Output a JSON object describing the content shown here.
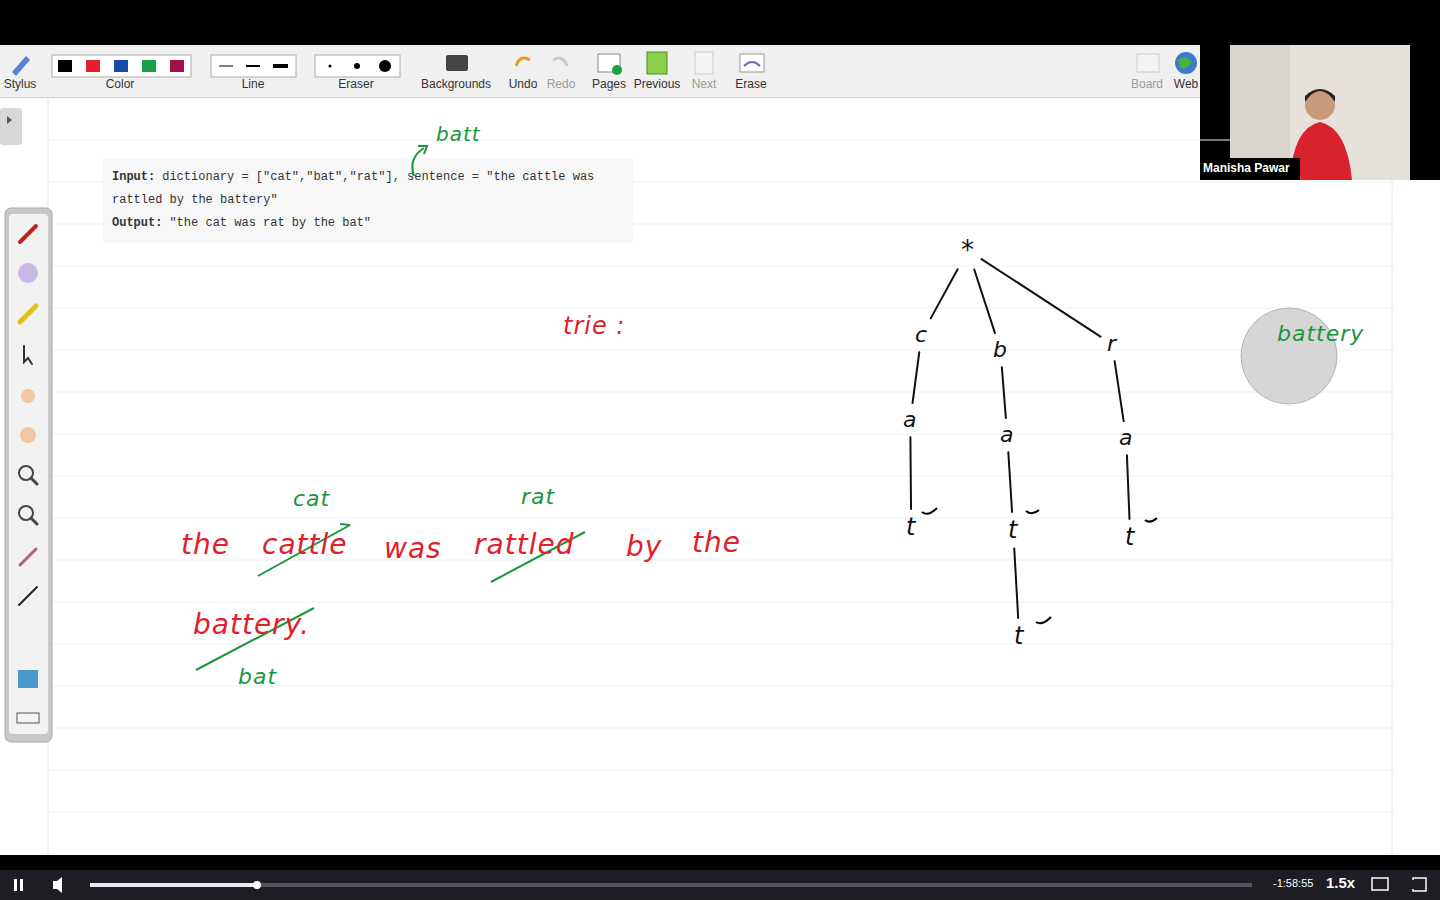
{
  "diagram": {
    "nodes": [
      {
        "text": [
          "*"
        ]
      },
      {
        "text": [
          "c"
        ]
      },
      {
        "text": [
          "a"
        ]
      },
      {
        "text": [
          "t"
        ]
      },
      {
        "text": [
          "b"
        ]
      },
      {
        "text": [
          "a"
        ]
      },
      {
        "text": [
          "t"
        ]
      },
      {
        "text": [
          "t"
        ]
      },
      {
        "text": [
          "r"
        ]
      },
      {
        "text": [
          "a"
        ]
      },
      {
        "text": [
          "t"
        ]
      },
      {
        "text": [
          "battery"
        ]
      }
    ],
    "edges": [
      {
        "from": 0,
        "to": 1,
        "arrow": "none"
      },
      {
        "from": 1,
        "to": 2,
        "arrow": "none"
      },
      {
        "from": 2,
        "to": 3,
        "arrow": "none"
      },
      {
        "from": 0,
        "to": 4,
        "arrow": "none"
      },
      {
        "from": 4,
        "to": 5,
        "arrow": "none"
      },
      {
        "from": 5,
        "to": 6,
        "arrow": "none"
      },
      {
        "from": 6,
        "to": 7,
        "arrow": "none"
      },
      {
        "from": 0,
        "to": 8,
        "arrow": "none"
      },
      {
        "from": 8,
        "to": 9,
        "arrow": "none"
      },
      {
        "from": 9,
        "to": 10,
        "arrow": "none"
      }
    ],
    "labels": [
      "Stylus",
      "Color",
      "Line",
      "Eraser",
      "Backgrounds",
      "Undo",
      "Redo",
      "Pages",
      "Previous",
      "Next",
      "Erase",
      "Board",
      "Web",
      "Manisha Pawar",
      "batt",
      "Input:",
      "dictionary = [\"cat\",\"bat\",\"rat\"], sentence = \"the cattle was rattled by the battery\"",
      "Output:",
      "\"the cat was rat by the bat\"",
      "trie :",
      "cat",
      "rat",
      "the",
      "cattle",
      "was",
      "rattled",
      "by",
      "the",
      "battery.",
      "bat",
      "-1:58:55",
      "1.5x"
    ]
  }
}
